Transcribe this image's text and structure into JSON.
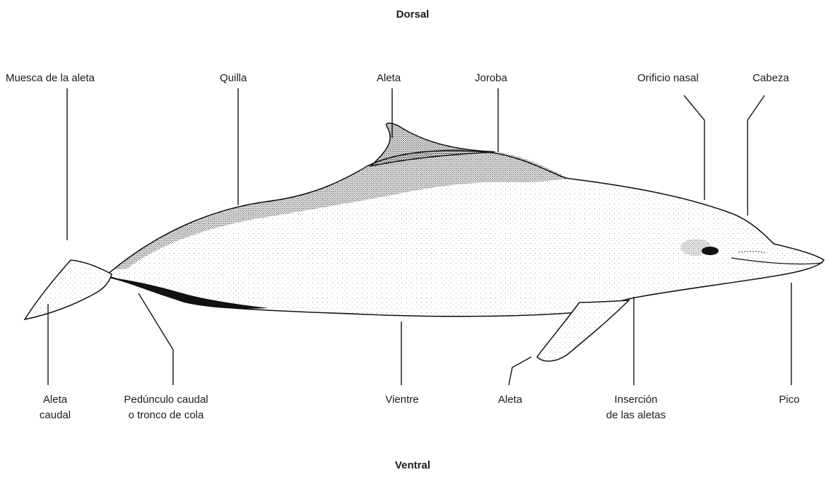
{
  "orientation": {
    "top": "Dorsal",
    "bottom": "Ventral"
  },
  "labels_top": {
    "notch": "Muesca de la aleta",
    "keel": "Quilla",
    "dorsal_fin": "Aleta",
    "hump": "Joroba",
    "blowhole": "Orificio nasal",
    "head": "Cabeza"
  },
  "labels_bottom": {
    "caudal_fin_1": "Aleta",
    "caudal_fin_2": "caudal",
    "peduncle_1": "Pedúnculo caudal",
    "peduncle_2": "o tronco de cola",
    "belly": "Vientre",
    "flipper": "Aleta",
    "insertion_1": "Inserción",
    "insertion_2": "de las aletas",
    "beak": "Pico"
  }
}
